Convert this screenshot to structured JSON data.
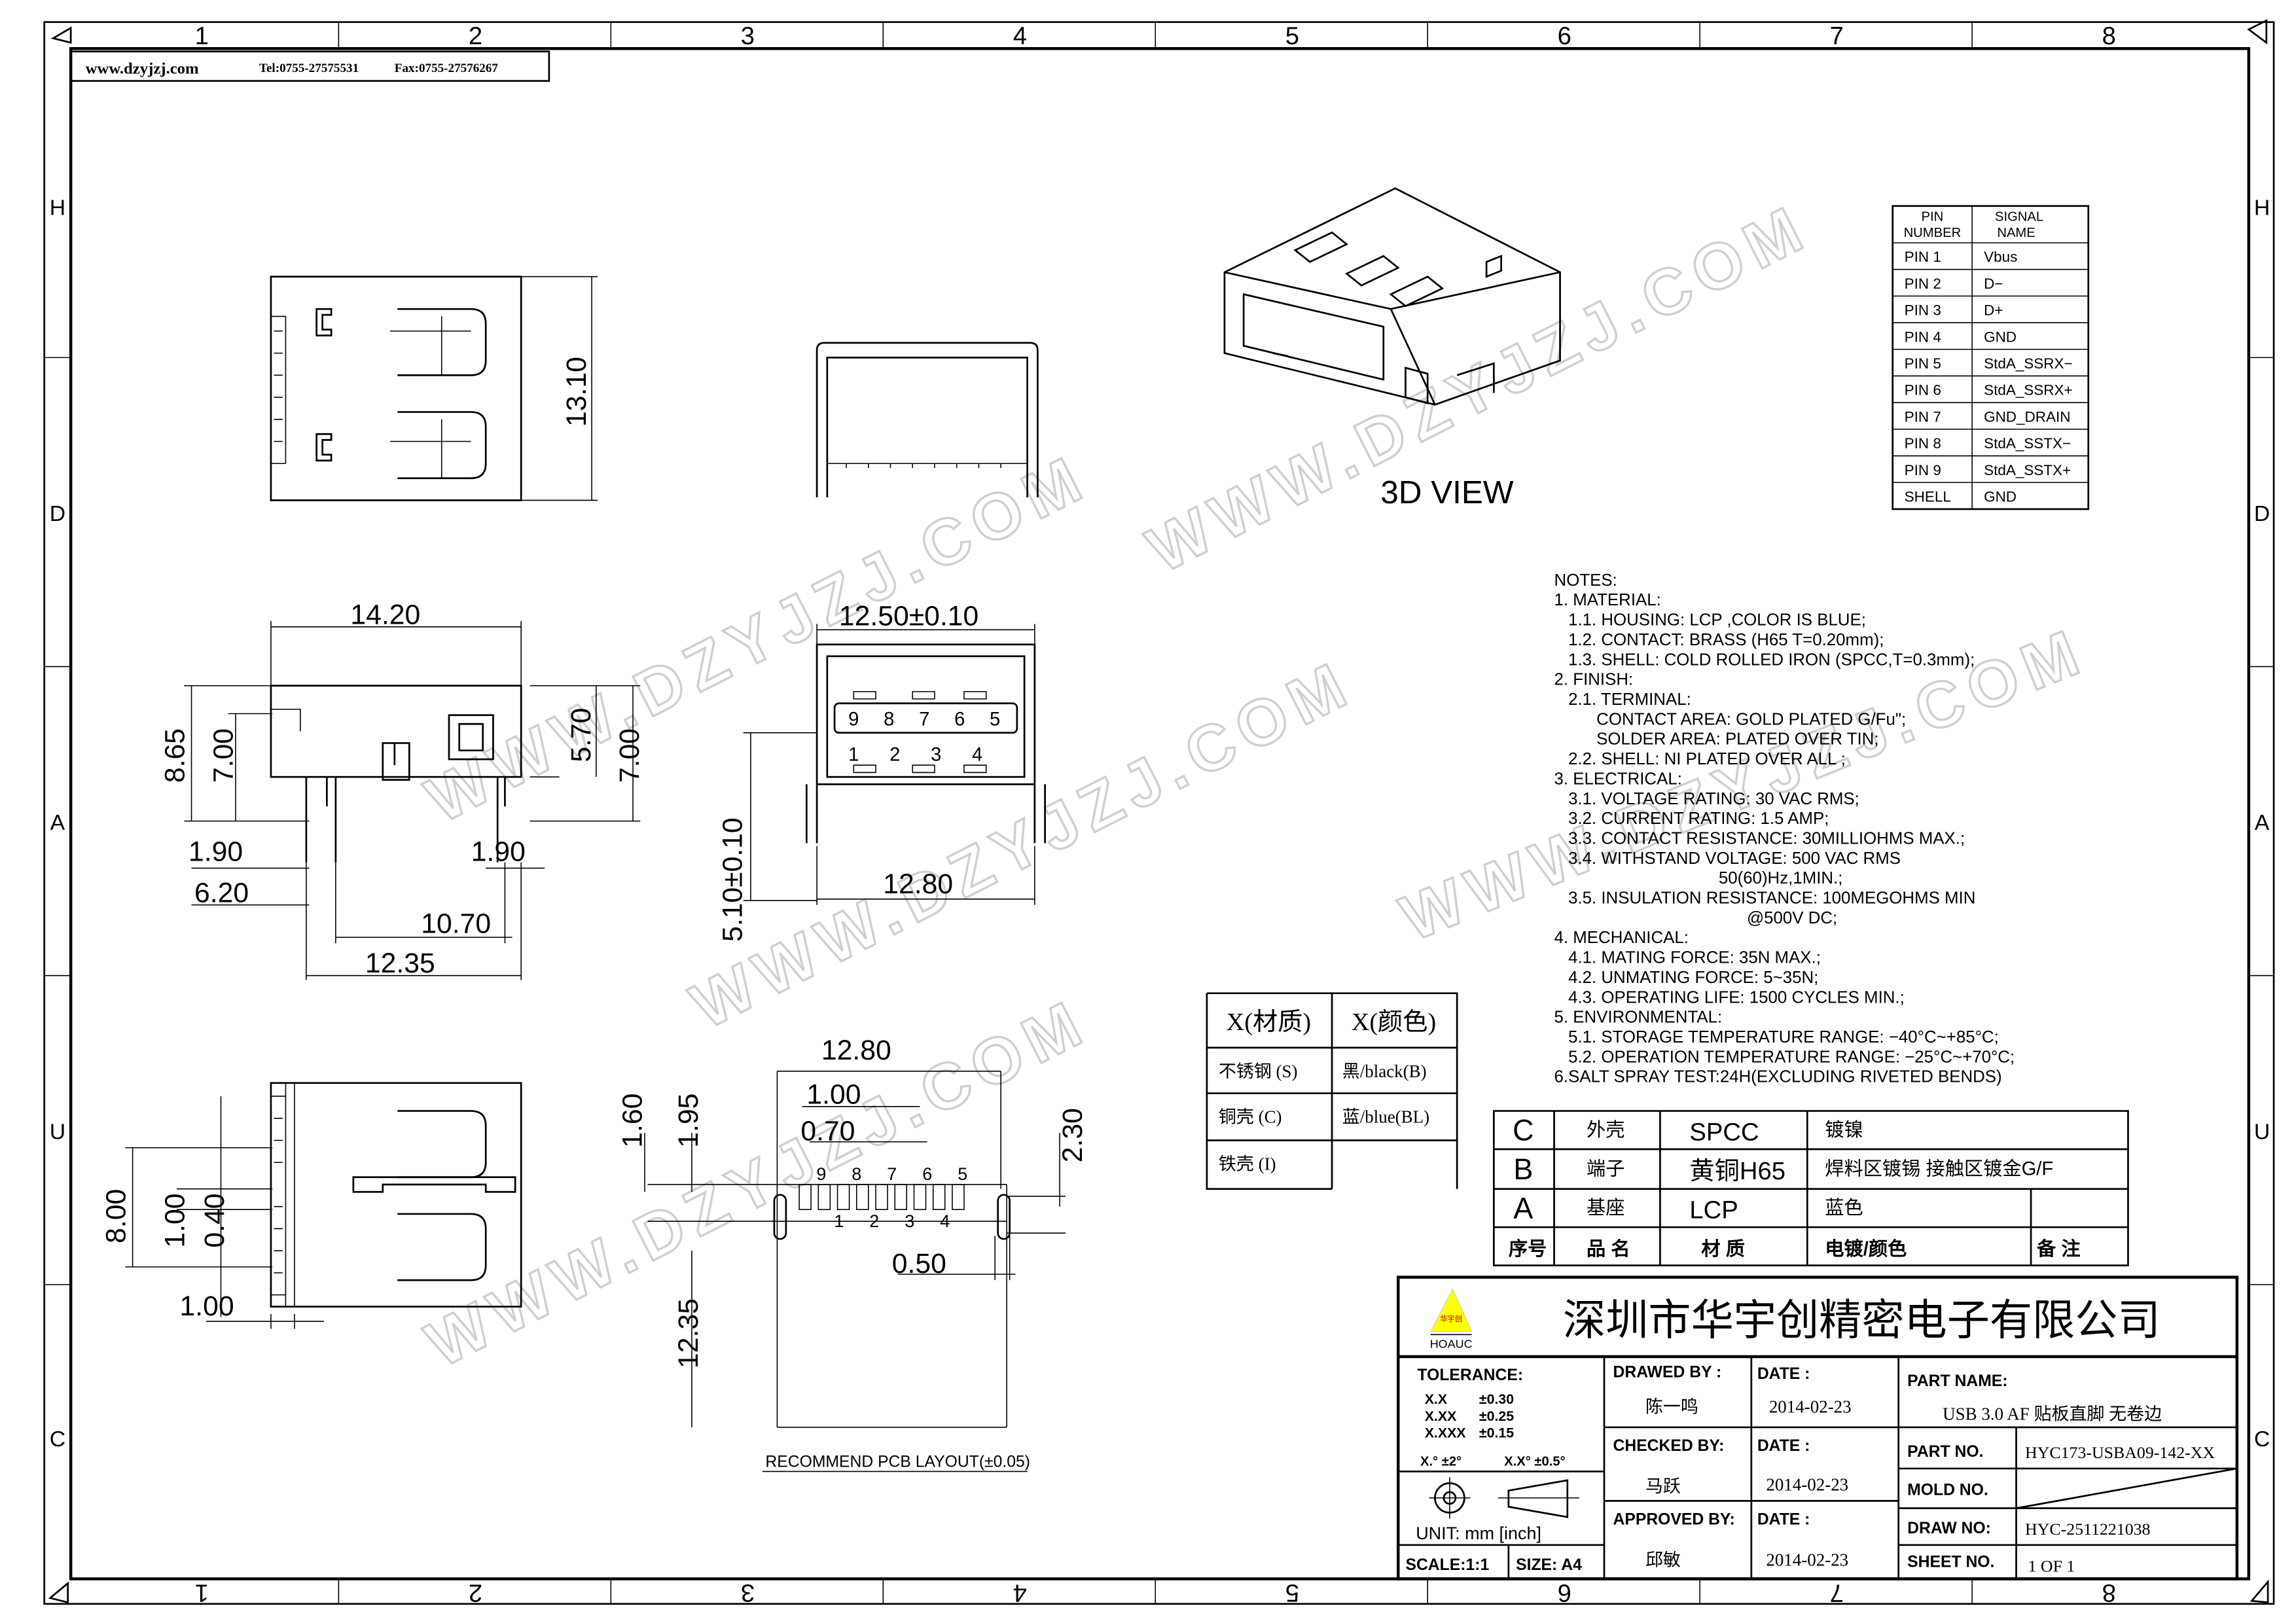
{
  "header": {
    "website": "www.dzyjzj.com",
    "tel": "Tel:0755-27575531",
    "fax": "Fax:0755-27576267"
  },
  "frame": {
    "columns": [
      "1",
      "2",
      "3",
      "4",
      "5",
      "6",
      "7",
      "8"
    ],
    "rows": [
      "H",
      "D",
      "A",
      "U",
      "C"
    ]
  },
  "watermark": "WWW.DZYJZJ.COM",
  "view_3d_label": "3D VIEW",
  "pin_table": {
    "headers": [
      "PIN NUMBER",
      "SIGNAL NAME"
    ],
    "header_lines": [
      [
        "PIN",
        "NUMBER"
      ],
      [
        "SIGNAL",
        "NAME"
      ]
    ],
    "rows": [
      [
        "PIN 1",
        "Vbus"
      ],
      [
        "PIN 2",
        "D−"
      ],
      [
        "PIN 3",
        "D+"
      ],
      [
        "PIN 4",
        "GND"
      ],
      [
        "PIN 5",
        "StdA_SSRX−"
      ],
      [
        "PIN 6",
        "StdA_SSRX+"
      ],
      [
        "PIN 7",
        "GND_DRAIN"
      ],
      [
        "PIN 8",
        "StdA_SSTX−"
      ],
      [
        "PIN 9",
        "StdA_SSTX+"
      ],
      [
        "SHELL",
        "GND"
      ]
    ]
  },
  "notes": [
    "NOTES:",
    "1. MATERIAL:",
    "   1.1. HOUSING: LCP ,COLOR IS BLUE;",
    "   1.2. CONTACT: BRASS (H65 T=0.20mm);",
    "   1.3. SHELL: COLD ROLLED IRON (SPCC,T=0.3mm);",
    "2. FINISH:",
    "   2.1. TERMINAL:",
    "         CONTACT AREA: GOLD PLATED G/Fu\";",
    "         SOLDER AREA: PLATED OVER TIN;",
    "   2.2. SHELL: NI PLATED OVER ALL ;",
    "3. ELECTRICAL:",
    "   3.1. VOLTAGE RATING: 30 VAC RMS;",
    "   3.2. CURRENT RATING: 1.5 AMP;",
    "   3.3. CONTACT RESISTANCE: 30MILLIOHMS MAX.;",
    "   3.4. WITHSTAND VOLTAGE: 500 VAC RMS",
    "                                   50(60)Hz,1MIN.;",
    "   3.5. INSULATION RESISTANCE: 100MEGOHMS MIN",
    "                                         @500V DC;",
    "4. MECHANICAL:",
    "   4.1. MATING FORCE: 35N MAX.;",
    "   4.2. UNMATING FORCE: 5~35N;",
    "   4.3. OPERATING LIFE: 1500 CYCLES MIN.;",
    "5. ENVIRONMENTAL:",
    "   5.1. STORAGE TEMPERATURE RANGE: −40°C~+85°C;",
    "   5.2. OPERATION TEMPERATURE RANGE: −25°C~+70°C;",
    "6.SALT SPRAY TEST:24H(EXCLUDING RIVETED BENDS)"
  ],
  "x_table": {
    "headers": [
      "X(材质)",
      "X(颜色)"
    ],
    "rows": [
      [
        "不锈钢 (S)",
        "黑/black(B)"
      ],
      [
        "铜壳 (C)",
        "蓝/blue(BL)"
      ],
      [
        "铁壳 (I)",
        ""
      ]
    ]
  },
  "bom": {
    "rows": [
      [
        "C",
        "外壳",
        "SPCC",
        "镀镍",
        ""
      ],
      [
        "B",
        "端子",
        "黄铜H65",
        "焊料区镀锡  接触区镀金G/F",
        ""
      ],
      [
        "A",
        "基座",
        "LCP",
        "蓝色",
        ""
      ]
    ],
    "headers": [
      "序号",
      "品 名",
      "材 质",
      "电镀/颜色",
      "备 注"
    ]
  },
  "title_block": {
    "company": "深圳市华宇创精密电子有限公司",
    "logo_text": "HOAUC",
    "logo_cn": "华宇创",
    "tolerance_label": "TOLERANCE:",
    "tolerances": [
      [
        "X.X",
        "±0.30"
      ],
      [
        "X.XX",
        "±0.25"
      ],
      [
        "X.XXX",
        "±0.15"
      ]
    ],
    "angle_tol": [
      "X.° ±2°",
      "X.X° ±0.5°"
    ],
    "unit": "UNIT:  mm  [inch]",
    "scale": "SCALE:1:1",
    "size": "SIZE: A4",
    "drawed_by_label": "DRAWED BY :",
    "drawed_by": "陈一鸣",
    "checked_by_label": "CHECKED BY:",
    "checked_by": "马跃",
    "approved_by_label": "APPROVED BY:",
    "approved_by": "邱敏",
    "date_label": "DATE :",
    "dates": [
      "2014-02-23",
      "2014-02-23",
      "2014-02-23"
    ],
    "part_name_label": "PART NAME:",
    "part_name": "USB 3.0 AF 贴板直脚 无卷边",
    "part_no_label": "PART NO.",
    "part_no": "HYC173-USBA09-142-XX",
    "mold_no_label": "MOLD NO.",
    "draw_no_label": "DRAW NO:",
    "draw_no": "HYC-2511221038",
    "sheet_no_label": "SHEET NO.",
    "sheet_no": "1 OF 1"
  },
  "dims": {
    "top_view": [
      "13.10"
    ],
    "side_view": [
      "14.20",
      "8.65",
      "7.00",
      "5.70",
      "7.00",
      "1.90",
      "1.90",
      "6.20",
      "10.70",
      "12.35"
    ],
    "front_view": [
      "12.50±0.10",
      "5.10±0.10",
      "12.80"
    ],
    "front_pins_top": [
      "9",
      "8",
      "7",
      "6",
      "5"
    ],
    "front_pins_bottom": [
      "1",
      "2",
      "3",
      "4"
    ],
    "bottom_view": [
      "8.00",
      "1.00",
      "0.40",
      "1.00"
    ],
    "pcb": [
      "12.80",
      "1.00",
      "0.70",
      "1.60",
      "1.95",
      "2.30",
      "0.50",
      "12.35"
    ],
    "pcb_pins_top": [
      "9",
      "8",
      "7",
      "6",
      "5"
    ],
    "pcb_pins_bottom": [
      "1",
      "2",
      "3",
      "4"
    ],
    "pcb_caption": "RECOMMEND PCB LAYOUT(±0.05)"
  }
}
